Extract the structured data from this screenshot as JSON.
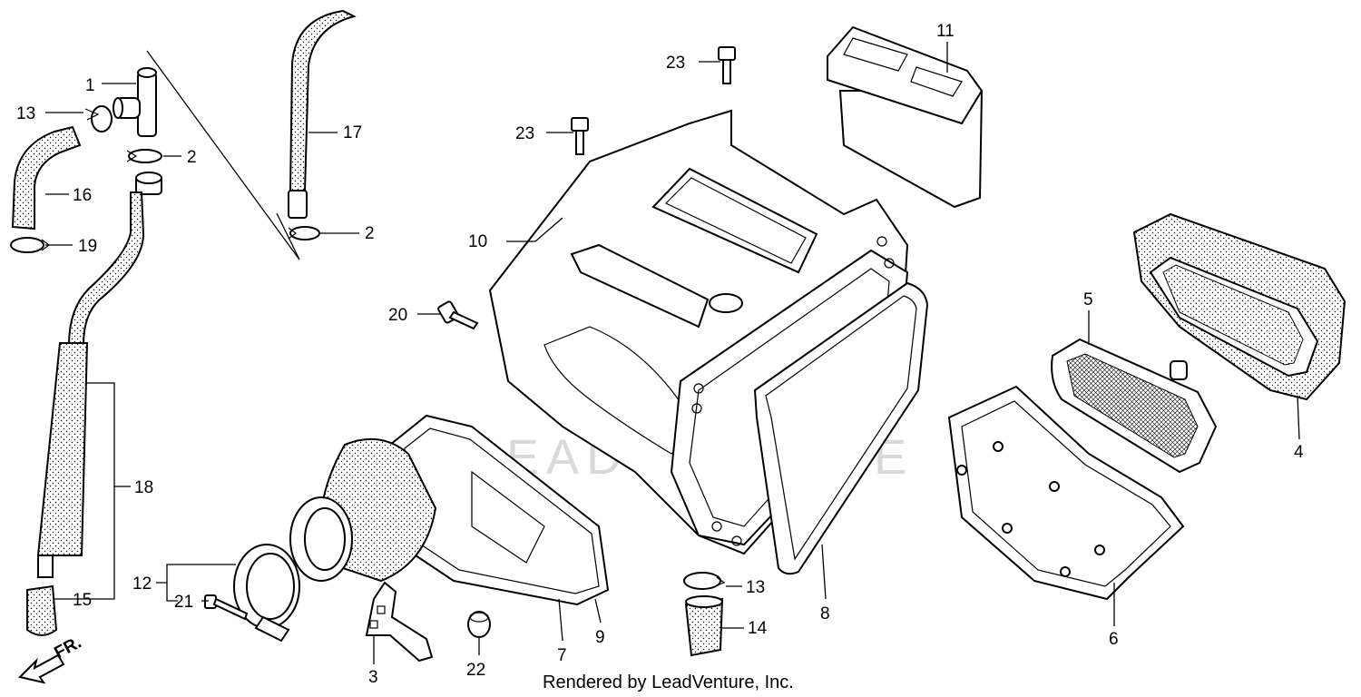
{
  "diagram": {
    "callouts": {
      "p1": "1",
      "p2a": "2",
      "p2b": "2",
      "p3": "3",
      "p4": "4",
      "p5": "5",
      "p6": "6",
      "p7": "7",
      "p8": "8",
      "p9": "9",
      "p10": "10",
      "p11": "11",
      "p12": "12",
      "p13a": "13",
      "p13b": "13",
      "p14": "14",
      "p15": "15",
      "p16": "16",
      "p17": "17",
      "p18": "18",
      "p19": "19",
      "p20": "20",
      "p21": "21",
      "p22": "22",
      "p23a": "23",
      "p23b": "23"
    },
    "direction_label": "FR.",
    "watermark": "LEADVENTURE",
    "footer": "Rendered by LeadVenture, Inc."
  }
}
